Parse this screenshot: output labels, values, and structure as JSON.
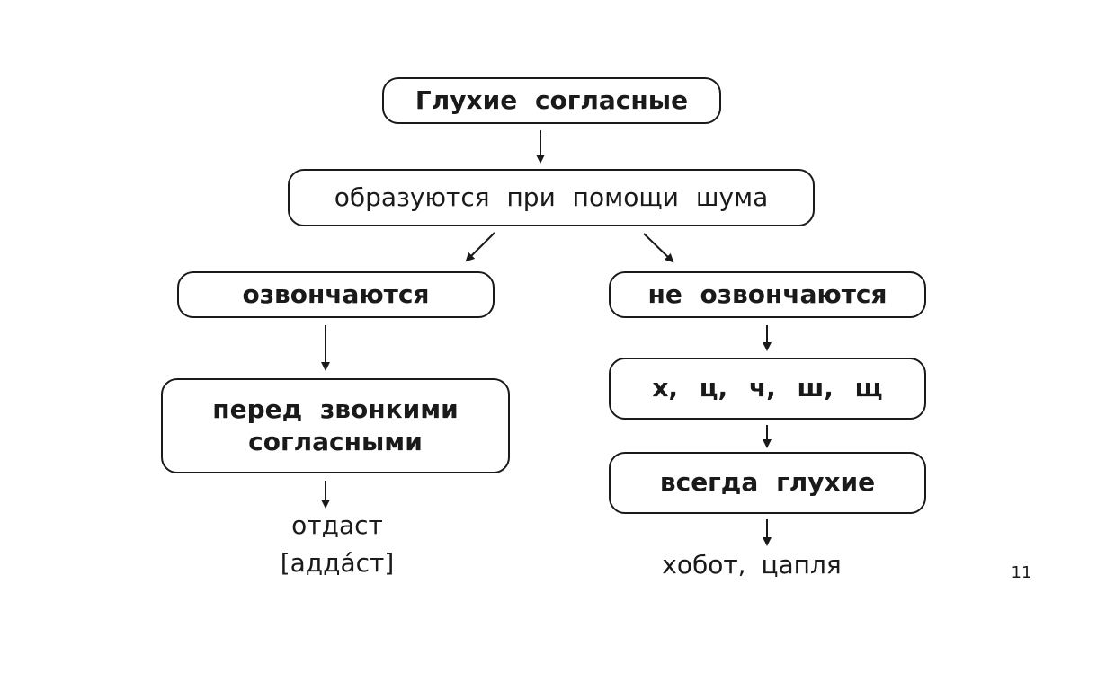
{
  "title": "Глухие согласные",
  "formation": "образуются при помощи шума",
  "left": {
    "heading": "озвончаются",
    "condition_line1": "перед звонкими",
    "condition_line2": "согласными",
    "example_word": "отдаст",
    "example_transcription": "[аддáст]"
  },
  "right": {
    "heading": "не озвончаются",
    "letters": "х, ц, ч, ш, щ",
    "rule": "всегда глухие",
    "examples": "хобот, цапля"
  },
  "page_number": "11"
}
